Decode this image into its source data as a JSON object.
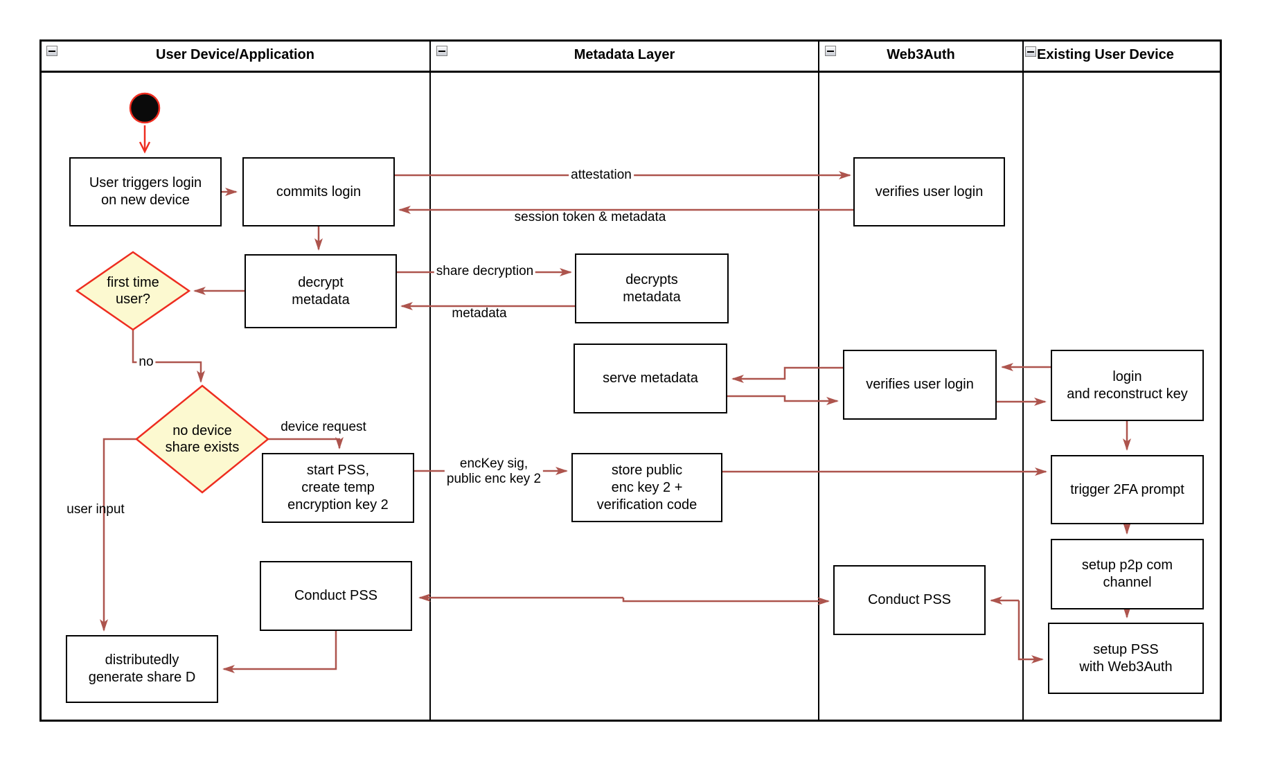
{
  "lanes": [
    {
      "title": "User Device/Application"
    },
    {
      "title": "Metadata Layer"
    },
    {
      "title": "Web3Auth"
    },
    {
      "title": "Existing User Device"
    }
  ],
  "icons": {
    "collapse": "minus-collapse-square"
  },
  "colors": {
    "arrow": "#ad544d",
    "accent_red": "#ee2d20",
    "diamond_fill": "#fcf9d0",
    "line_black": "#000000"
  },
  "nodes": {
    "user_triggers": {
      "label": "User triggers login\non new device"
    },
    "commits_login": {
      "label": "commits login"
    },
    "verifies_login_1": {
      "label": "verifies user login"
    },
    "decrypt_metadata": {
      "label": "decrypt\nmetadata"
    },
    "decrypts_metadata": {
      "label": "decrypts\nmetadata"
    },
    "serve_metadata": {
      "label": "serve metadata"
    },
    "verifies_login_2": {
      "label": "verifies user login"
    },
    "login_reconstruct": {
      "label": "login\nand reconstruct key"
    },
    "start_pss": {
      "label": "start PSS,\ncreate temp\nencryption key 2"
    },
    "store_public": {
      "label": "store public\nenc key 2 +\nverification code"
    },
    "trigger_2fa": {
      "label": "trigger 2FA prompt"
    },
    "setup_p2p": {
      "label": "setup p2p com\nchannel"
    },
    "setup_pss": {
      "label": "setup PSS\nwith Web3Auth"
    },
    "conduct_pss_user": {
      "label": "Conduct PSS"
    },
    "conduct_pss_w3a": {
      "label": "Conduct PSS"
    },
    "generate_share_d": {
      "label": "distributedly\ngenerate share D"
    }
  },
  "decisions": {
    "first_time_user": {
      "label": "first time\nuser?"
    },
    "no_device_share": {
      "label": "no device\nshare exists"
    }
  },
  "edge_labels": {
    "attestation": "attestation",
    "session_token": "session token & metadata",
    "share_decryption": "share decryption",
    "metadata": "metadata",
    "no": "no",
    "device_request": "device request",
    "enckey_sig": "encKey sig,\npublic enc key 2",
    "user_input": "user input"
  }
}
